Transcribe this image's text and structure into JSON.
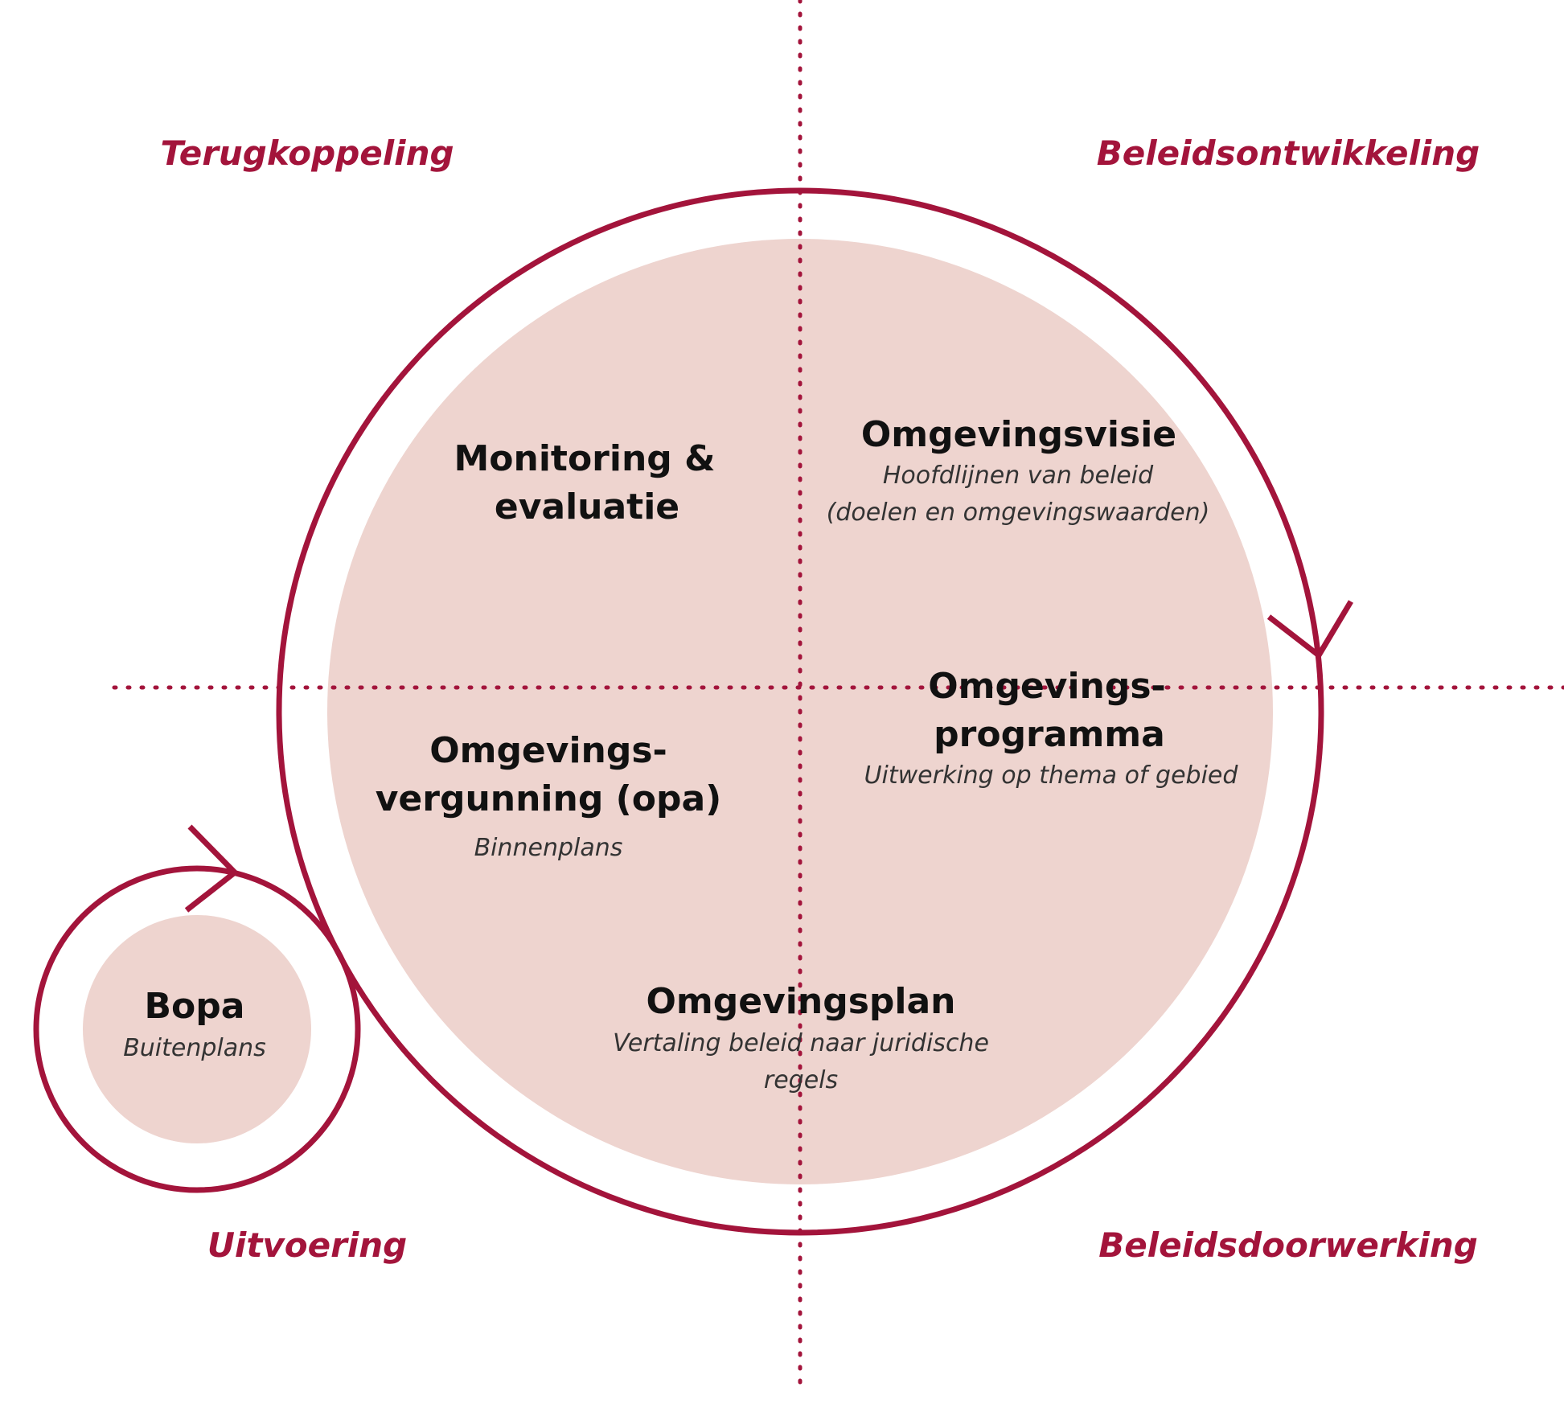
{
  "colors": {
    "accent": "#a3143b",
    "fill": "#eed4cf",
    "text": "#111111",
    "subtext": "#333333"
  },
  "phases": {
    "top_left": "Terugkoppeling",
    "top_right": "Beleidsontwikkeling",
    "bottom_left": "Uitvoering",
    "bottom_right": "Beleidsdoorwerking"
  },
  "nodes": {
    "monitoring": {
      "title_1": "Monitoring &",
      "title_2": "evaluatie"
    },
    "visie": {
      "title": "Omgevingsvisie",
      "sub_1": "Hoofdlijnen van beleid",
      "sub_2": "(doelen en omgevingswaarden)"
    },
    "programma": {
      "title_1": "Omgevings-",
      "title_2": "programma",
      "sub": "Uitwerking op thema of gebied"
    },
    "vergunning": {
      "title_1": "Omgevings-",
      "title_2": "vergunning (opa)",
      "sub": "Binnenplans"
    },
    "plan": {
      "title": "Omgevingsplan",
      "sub_1": "Vertaling beleid naar juridische",
      "sub_2": "regels"
    },
    "bopa": {
      "title": "Bopa",
      "sub": "Buitenplans"
    }
  }
}
